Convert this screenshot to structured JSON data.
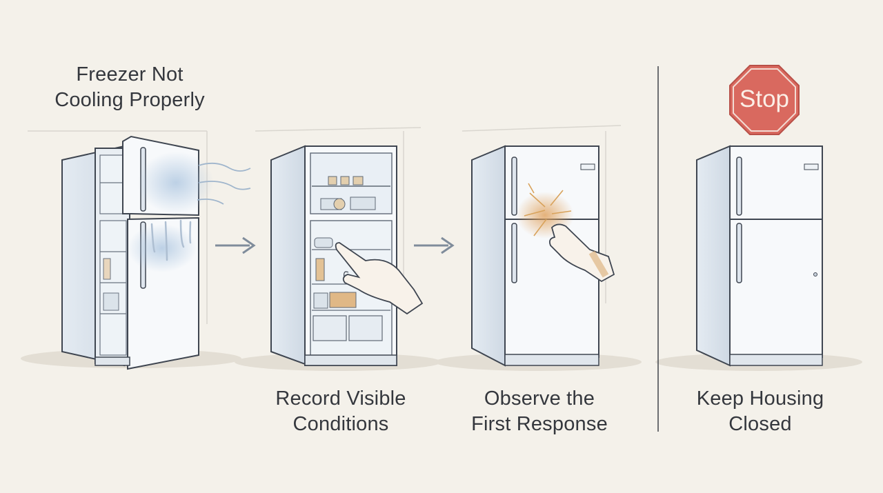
{
  "steps": [
    {
      "caption_line1": "Freezer Not",
      "caption_line2": "Cooling Properly"
    },
    {
      "caption_line1": "Record Visible",
      "caption_line2": "Conditions"
    },
    {
      "caption_line1": "Observe the",
      "caption_line2": "First Response"
    },
    {
      "caption_line1": "Keep Housing",
      "caption_line2": "Closed"
    }
  ],
  "stop_sign": {
    "label": "Stop",
    "color": "#d9695f"
  },
  "colors": {
    "background": "#f4f1ea",
    "fridge": "#f7f9fb",
    "outline": "#3e4550",
    "frost": "#b9cde3",
    "arrow": "#7f8c9b",
    "warm": "#d8a25a"
  }
}
